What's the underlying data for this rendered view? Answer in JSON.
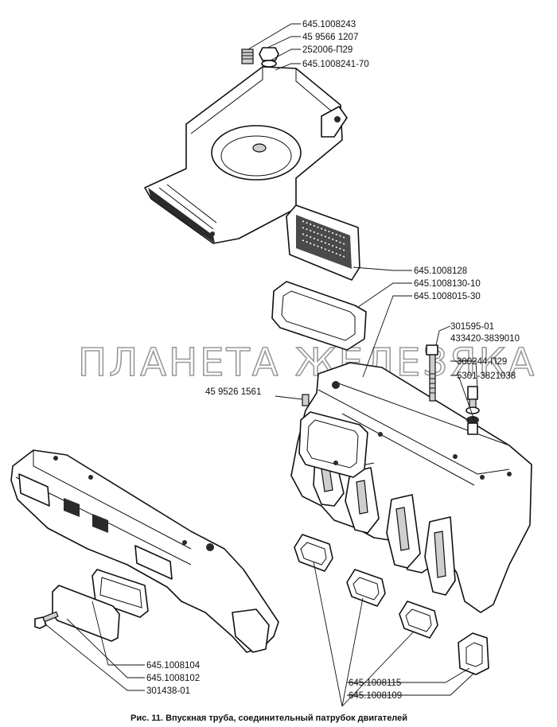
{
  "watermark": "ПЛАНЕТА ЖЕЛЕЗЯКА",
  "labels": {
    "l1": "645.1008243",
    "l2": "45 9566 1207",
    "l3": "252006-П29",
    "l4": "645.1008241-70",
    "l5": "645.1008128",
    "l6": "645.1008130-10",
    "l7": "645.1008015-30",
    "l8": "301595-01",
    "l9": "433420-3839010",
    "l10": "300244-П29",
    "l11": "5301-3821038",
    "l12": "45 9526 1561",
    "l13": "645.1008104",
    "l14": "645.1008102",
    "l15": "301438-01",
    "l16": "645.1008115",
    "l17": "645.1008109"
  },
  "caption": "Рис. 11. Впускная труба, соединительный патрубок двигателей"
}
